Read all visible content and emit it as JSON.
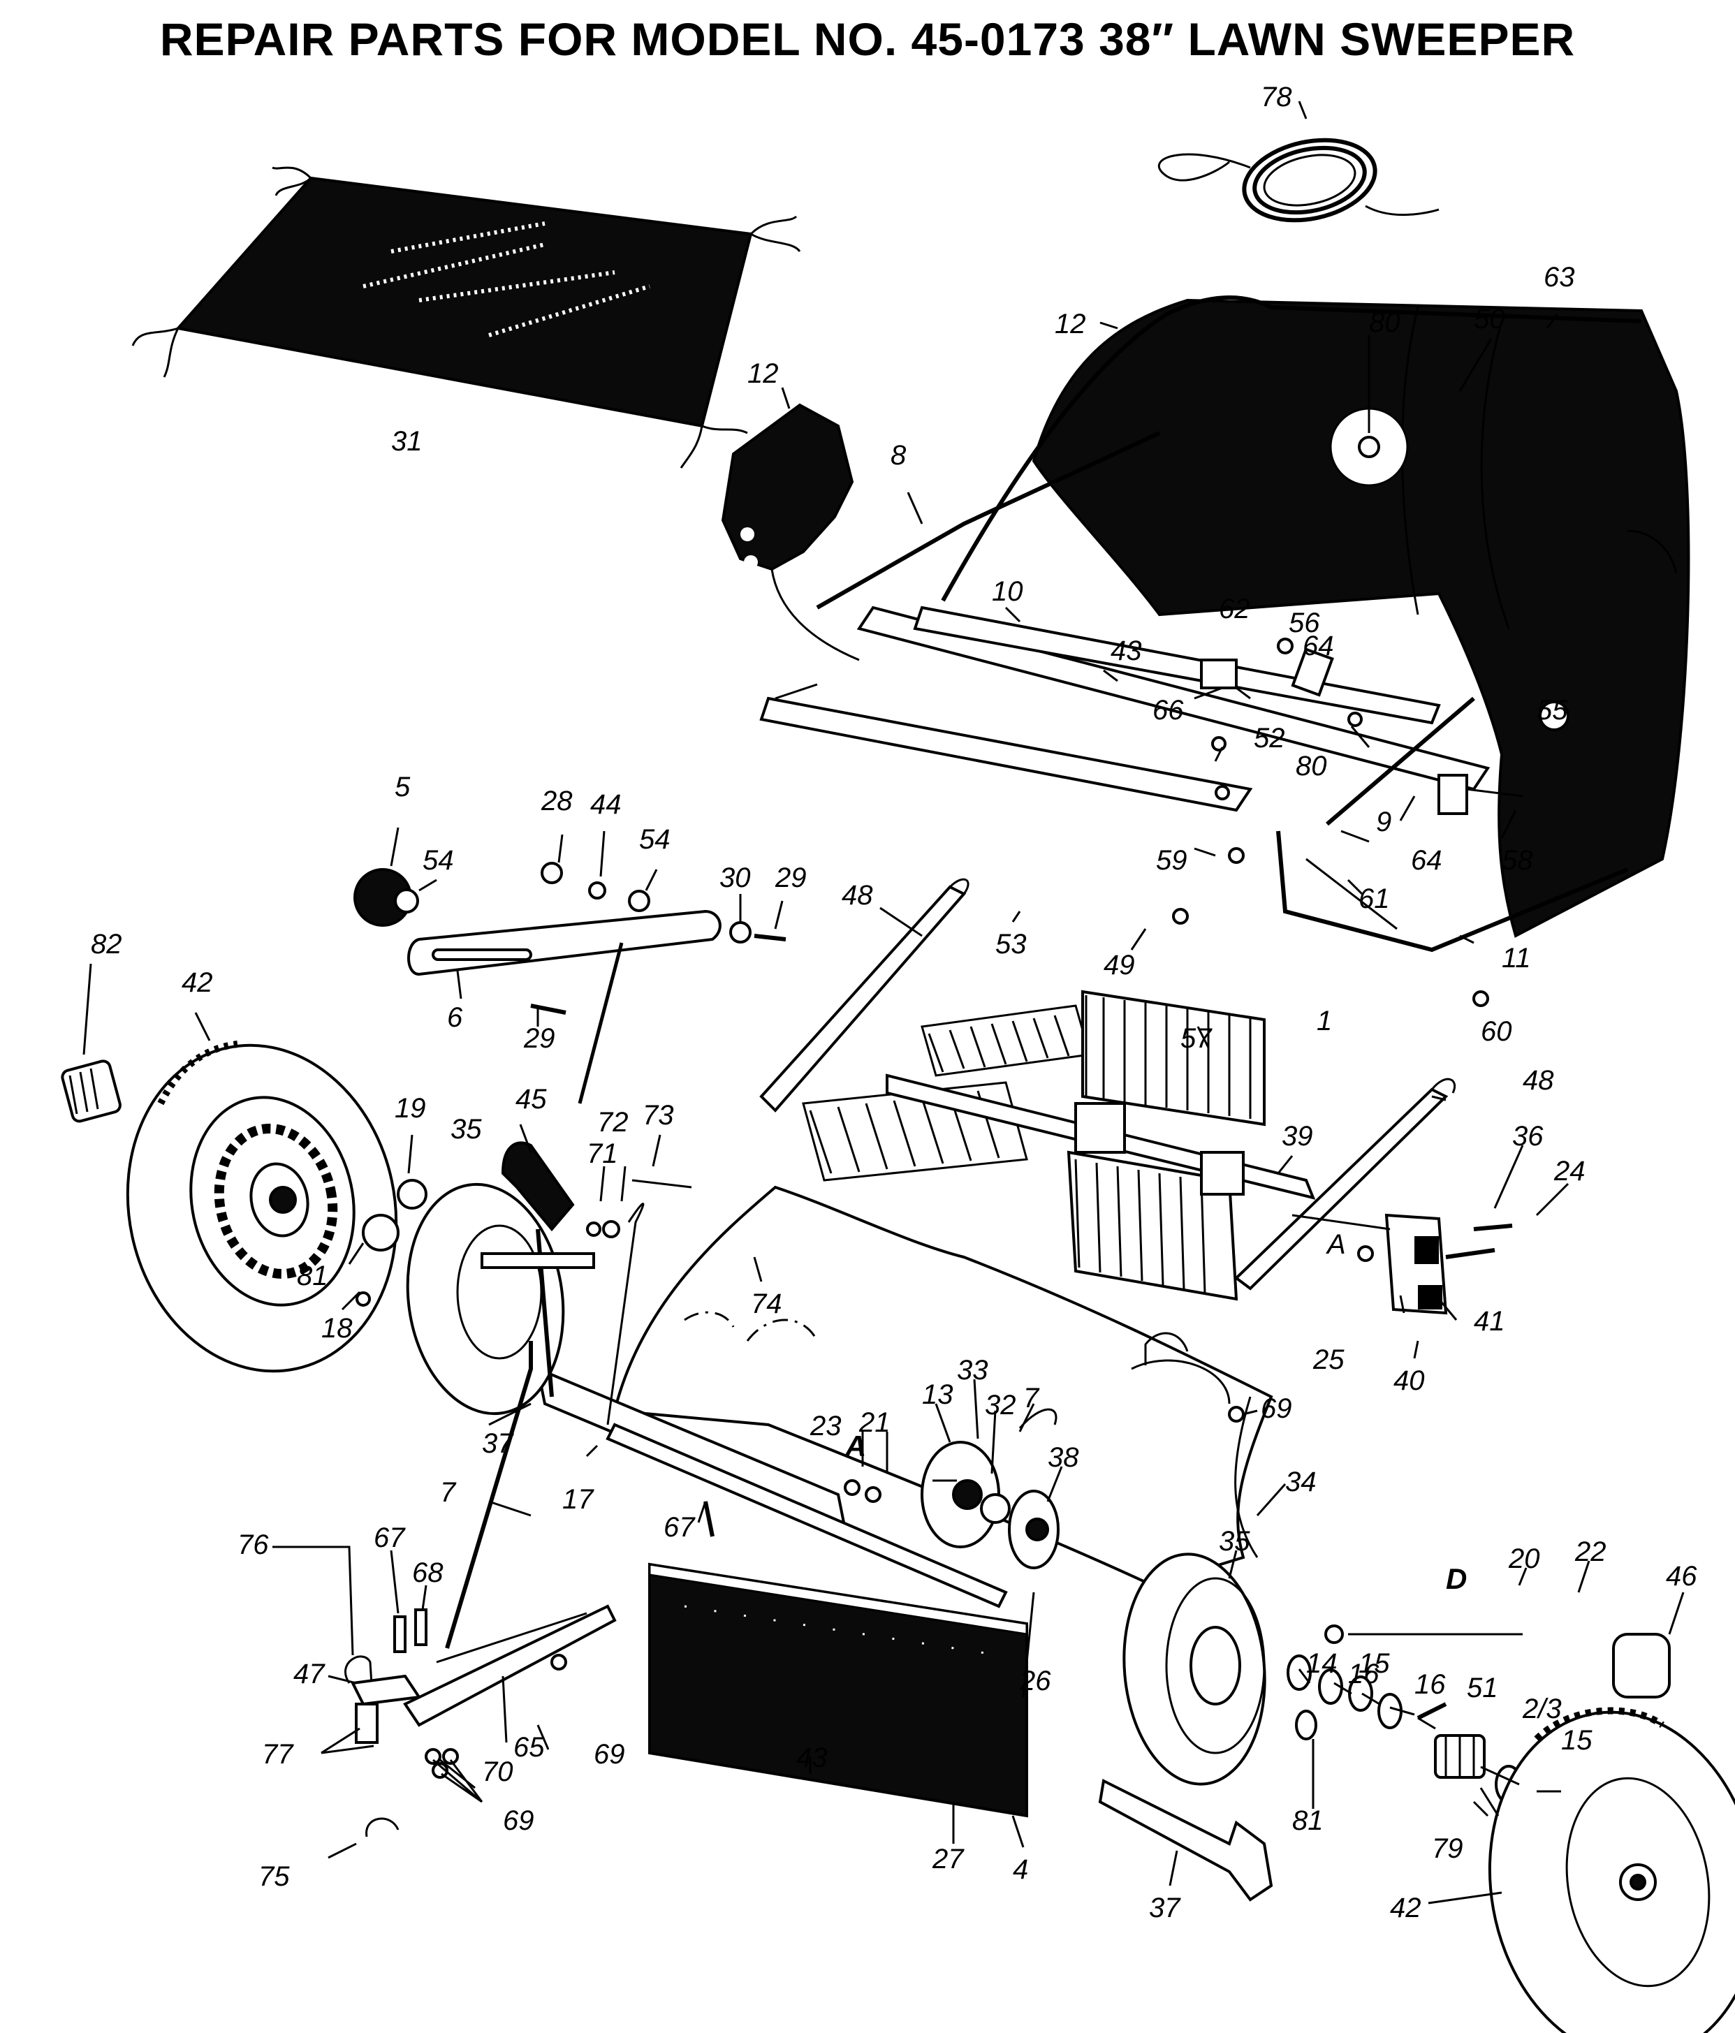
{
  "title": "REPAIR PARTS FOR MODEL NO. 45-0173 38″ LAWN SWEEPER",
  "callouts": [
    "78",
    "63",
    "12",
    "80",
    "50",
    "12",
    "31",
    "8",
    "10",
    "62",
    "56",
    "64",
    "43",
    "66",
    "52",
    "80",
    "55",
    "9",
    "64",
    "58",
    "5",
    "28",
    "44",
    "54",
    "54",
    "30",
    "29",
    "48",
    "59",
    "61",
    "82",
    "42",
    "6",
    "29",
    "53",
    "49",
    "11",
    "57",
    "60",
    "1",
    "48",
    "36",
    "24",
    "19",
    "45",
    "35",
    "73",
    "72",
    "71",
    "39",
    "A",
    "81",
    "18",
    "74",
    "41",
    "25",
    "40",
    "37",
    "33",
    "13",
    "32",
    "7",
    "23",
    "21",
    "A",
    "69",
    "38",
    "34",
    "17",
    "7",
    "67",
    "35",
    "20",
    "22",
    "46",
    "76",
    "67",
    "68",
    "D",
    "14",
    "16",
    "15",
    "16",
    "51",
    "2/3",
    "15",
    "47",
    "65",
    "69",
    "77",
    "70",
    "69",
    "43",
    "26",
    "81",
    "79",
    "75",
    "27",
    "4",
    "37",
    "42"
  ]
}
